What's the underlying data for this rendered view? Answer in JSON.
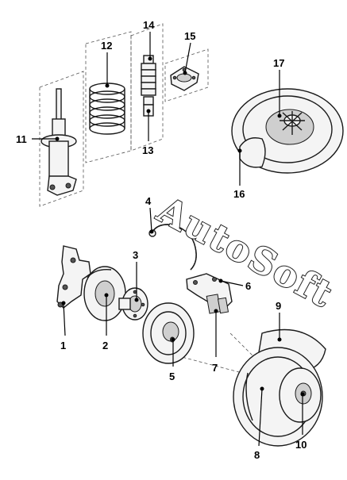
{
  "diagram": {
    "watermark": "AutoSoft",
    "parts": [
      {
        "id": "1",
        "label": "1"
      },
      {
        "id": "2",
        "label": "2"
      },
      {
        "id": "3",
        "label": "3"
      },
      {
        "id": "4",
        "label": "4"
      },
      {
        "id": "5",
        "label": "5"
      },
      {
        "id": "6",
        "label": "6"
      },
      {
        "id": "7",
        "label": "7"
      },
      {
        "id": "8",
        "label": "8"
      },
      {
        "id": "9",
        "label": "9"
      },
      {
        "id": "10",
        "label": "10"
      },
      {
        "id": "11",
        "label": "11"
      },
      {
        "id": "12",
        "label": "12"
      },
      {
        "id": "13",
        "label": "13"
      },
      {
        "id": "14",
        "label": "14"
      },
      {
        "id": "15",
        "label": "15"
      },
      {
        "id": "16",
        "label": "16"
      },
      {
        "id": "17",
        "label": "17"
      }
    ]
  }
}
